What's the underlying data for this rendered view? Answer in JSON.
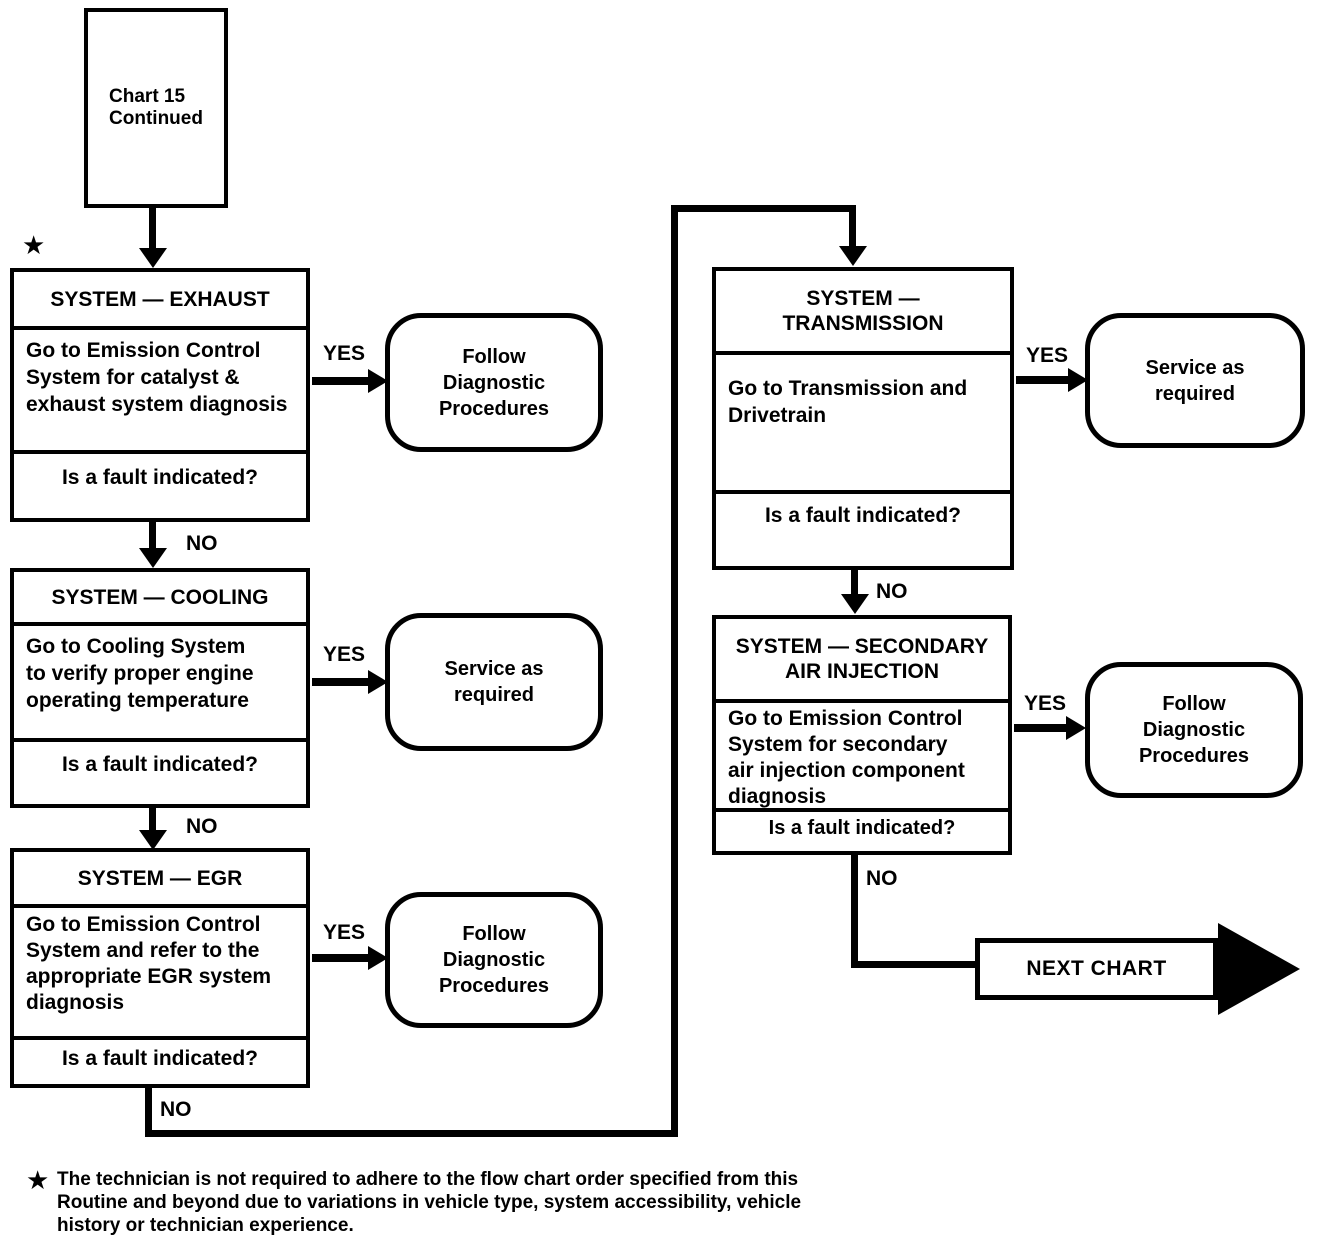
{
  "colors": {
    "ink": "#000000",
    "background": "#ffffff"
  },
  "symbols": {
    "star": "★"
  },
  "labels": {
    "yes": "YES",
    "no": "NO"
  },
  "start": {
    "line1": "Chart 15",
    "line2": "Continued"
  },
  "nodes": {
    "exhaust": {
      "header": "SYSTEM — EXHAUST",
      "body": "Go to Emission Control System for catalyst & exhaust system diagnosis",
      "question": "Is a fault indicated?",
      "result": "Follow Diagnostic Procedures"
    },
    "cooling": {
      "header": "SYSTEM — COOLING",
      "body": "Go to Cooling System to verify proper engine operating temperature",
      "question": "Is a fault indicated?",
      "result": "Service as required"
    },
    "egr": {
      "header": "SYSTEM — EGR",
      "body": "Go to Emission Control System and refer to the appropriate EGR system diagnosis",
      "question": "Is a fault indicated?",
      "result": "Follow Diagnostic Procedures"
    },
    "transmission": {
      "header": "SYSTEM — TRANSMISSION",
      "body": "Go to Transmission and Drivetrain",
      "question": "Is a fault indicated?",
      "result": "Service as required"
    },
    "secondary_air": {
      "header": "SYSTEM — SECONDARY AIR INJECTION",
      "body": "Go to Emission Control System for secondary air injection component diagnosis",
      "question": "Is a fault indicated?",
      "result": "Follow Diagnostic Procedures"
    }
  },
  "next_chart": {
    "label": "NEXT CHART"
  },
  "footnote": {
    "line1": "The technician is not required to adhere to the flow chart order specified from this",
    "line2": "Routine and beyond due to variations in vehicle type, system accessibility, vehicle",
    "line3": "history or technician experience."
  }
}
